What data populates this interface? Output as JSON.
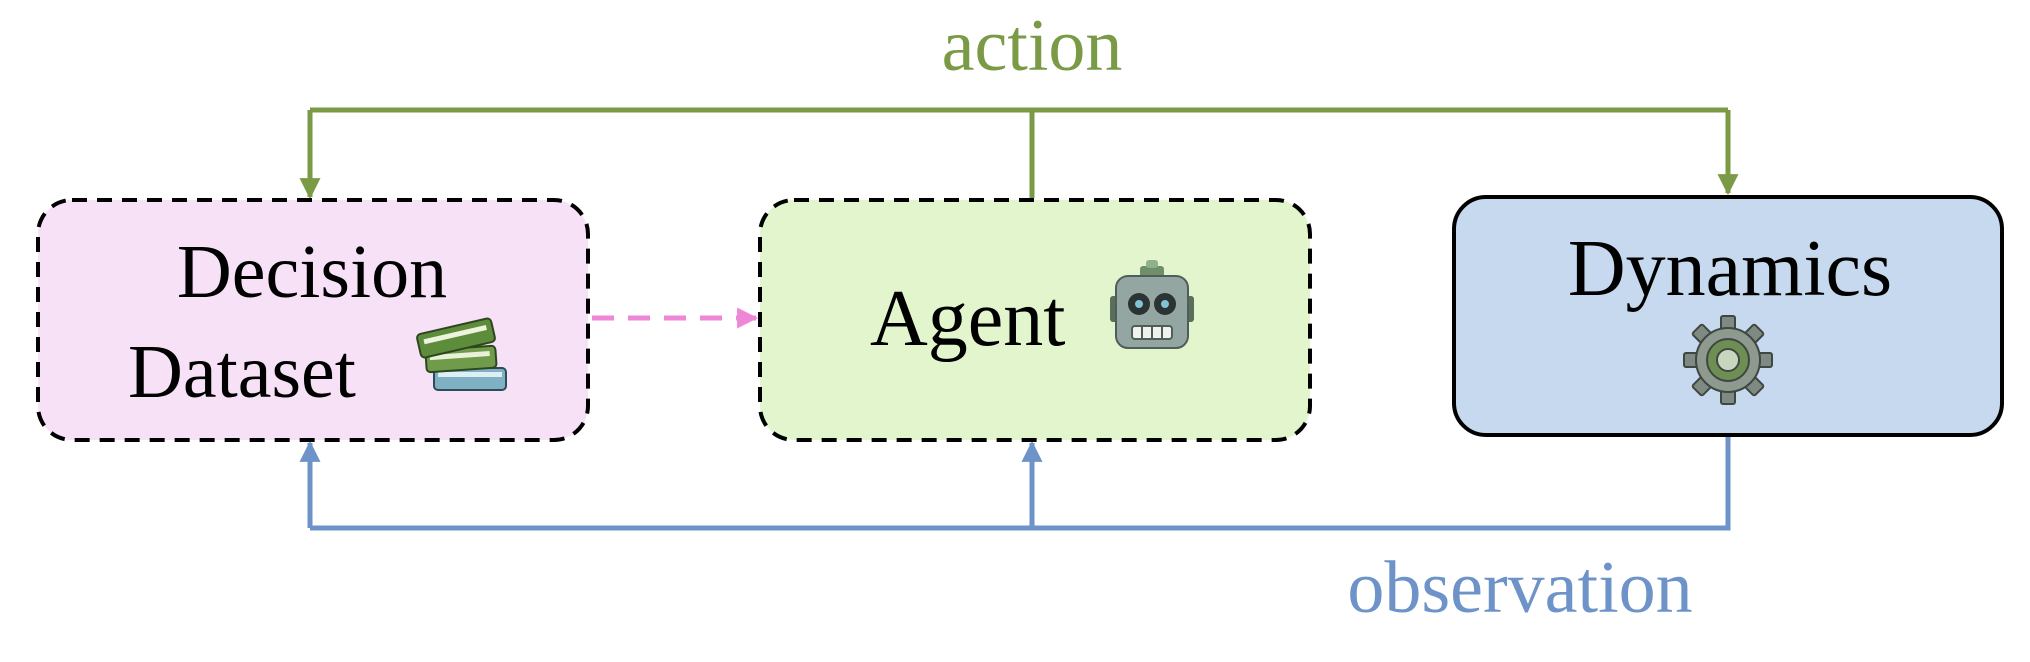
{
  "labels": {
    "action": "action",
    "observation": "observation"
  },
  "nodes": {
    "decision_dataset": {
      "line1": "Decision",
      "line2": "Dataset",
      "icon": "books-icon",
      "fill": "#F7E1F7",
      "border": "dashed"
    },
    "agent": {
      "label": "Agent",
      "icon": "robot-icon",
      "fill": "#E2F5CC",
      "border": "dashed"
    },
    "dynamics": {
      "label": "Dynamics",
      "icon": "gear-icon",
      "fill": "#C6D9EE",
      "border": "solid"
    }
  },
  "colors": {
    "action": "#7A9A45",
    "observation": "#6D93C8",
    "dataset_link": "#EE88D6"
  }
}
